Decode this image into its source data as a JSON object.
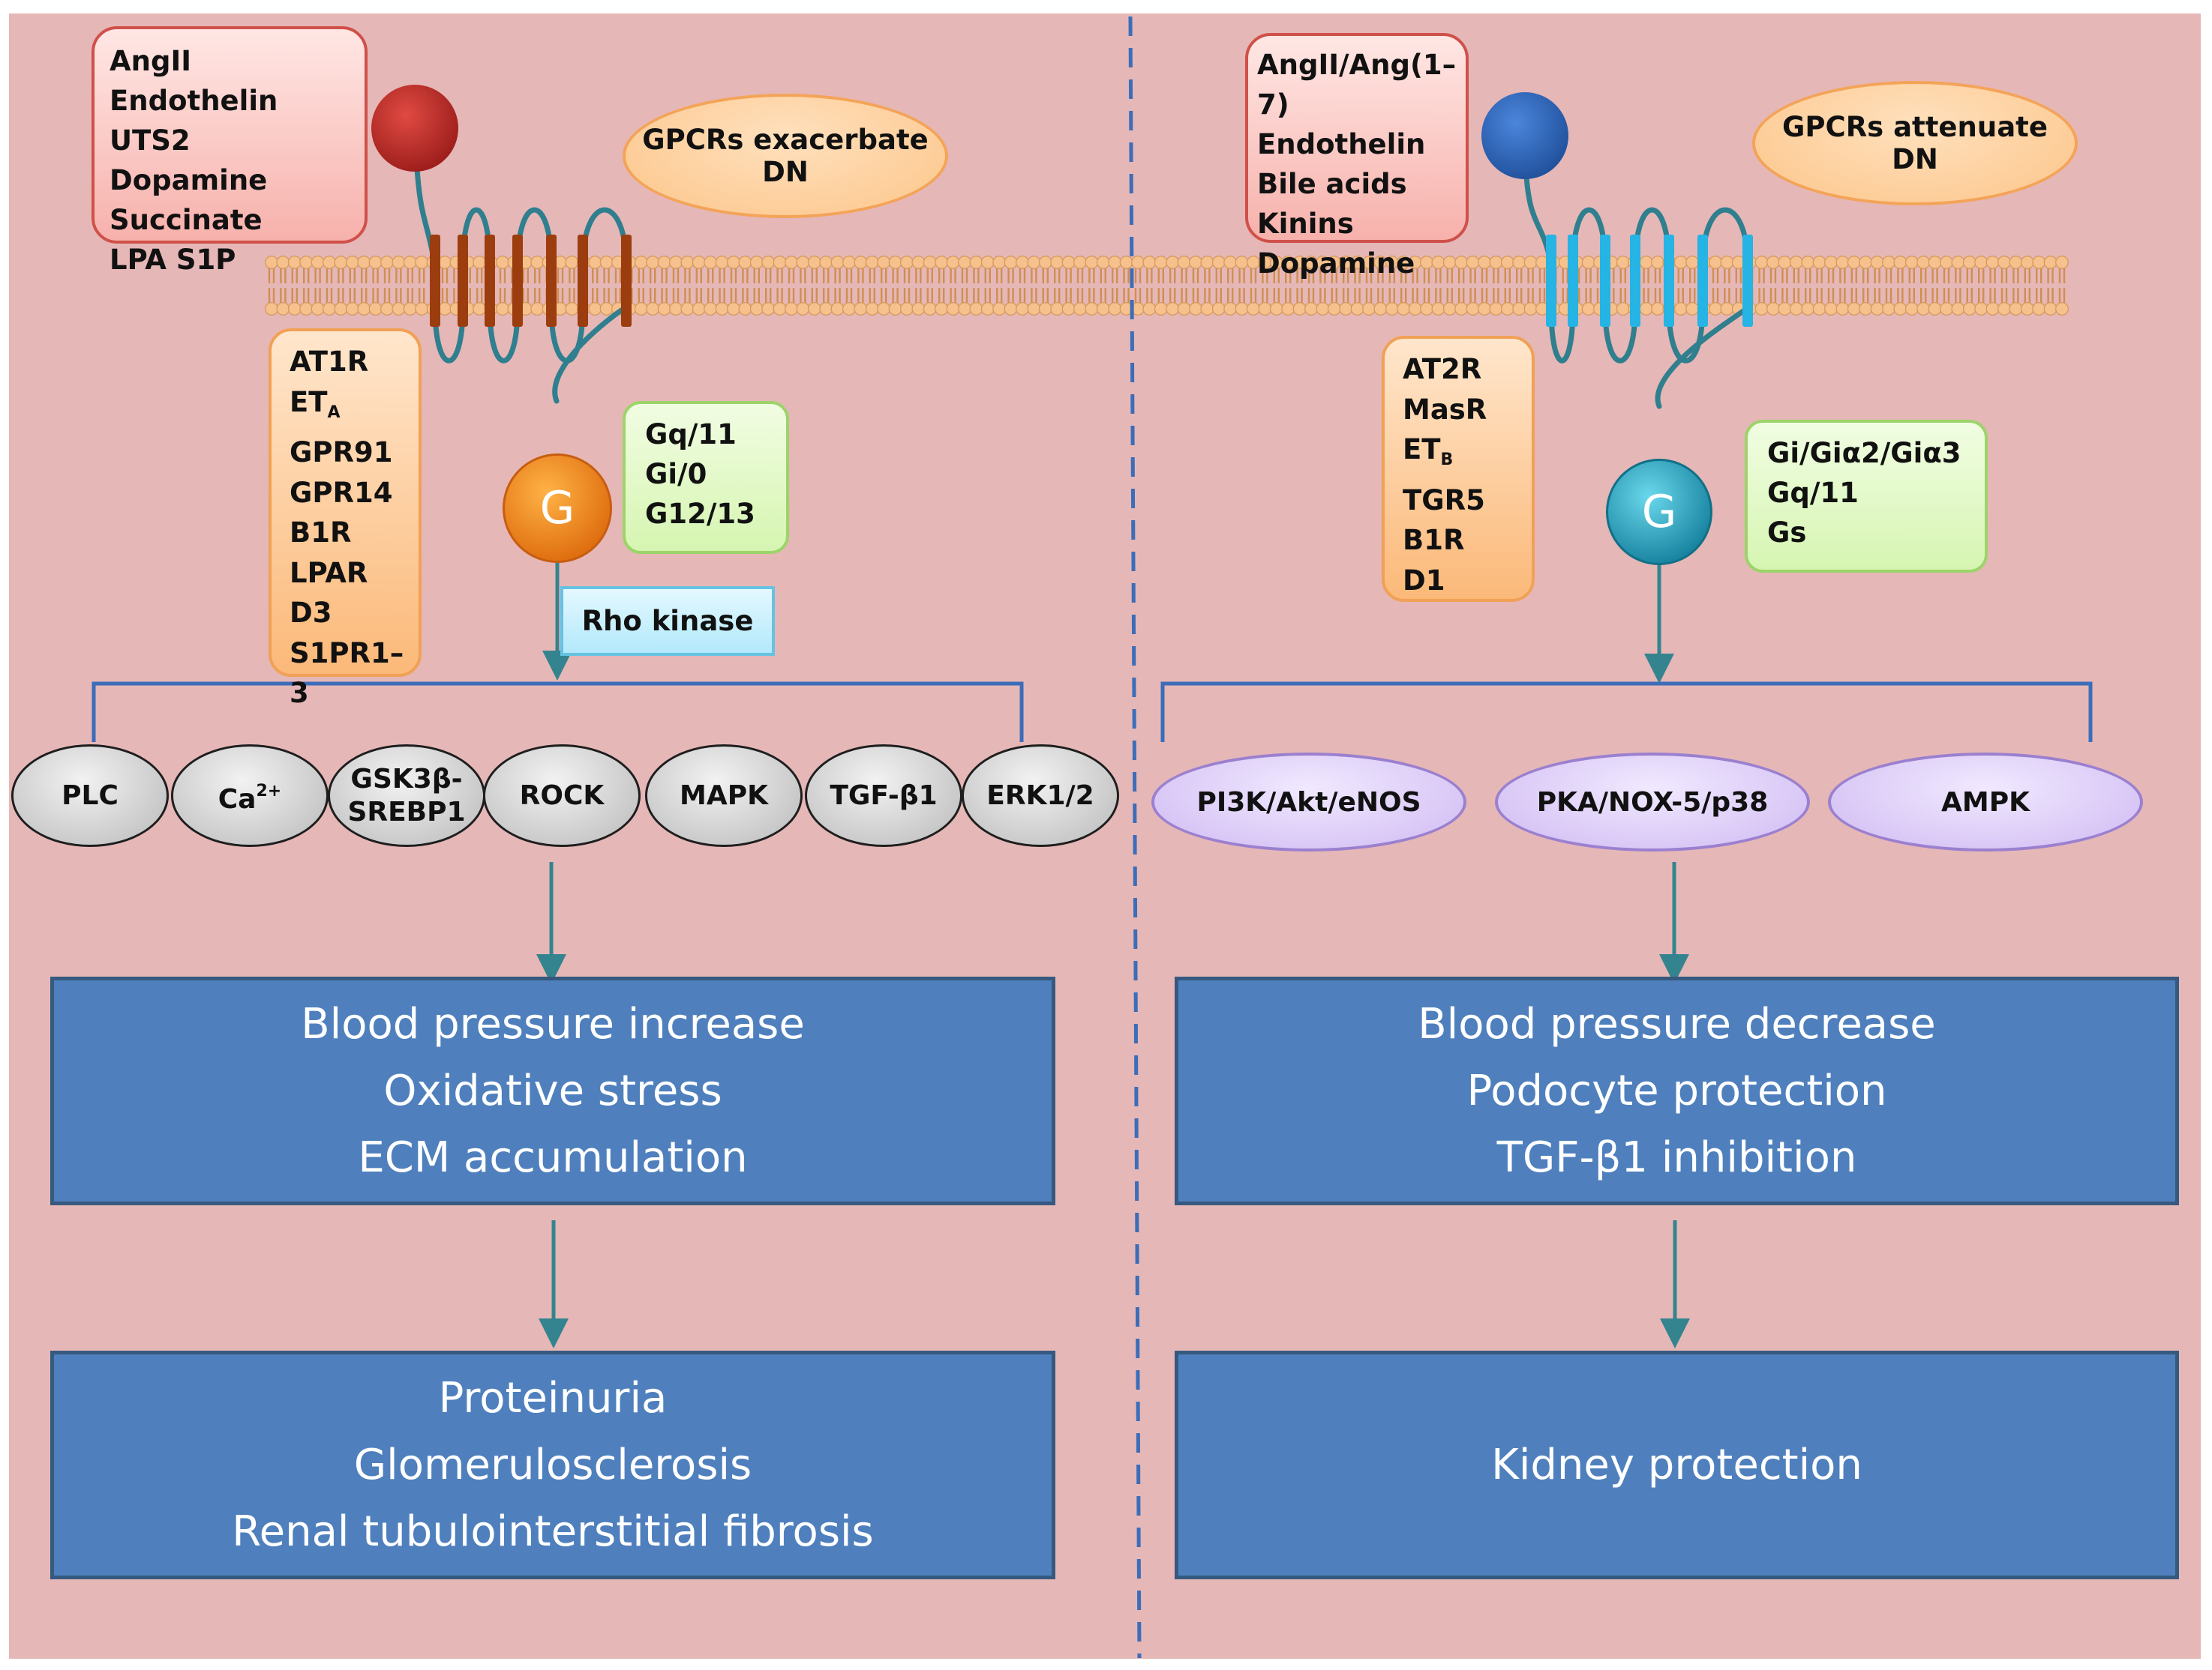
{
  "colors": {
    "background": "#e6b7b7",
    "membrane_head": "#f6c18d",
    "membrane_tail": "#cf8f50",
    "receptor_left_tm": "#9c3d0f",
    "receptor_right_tm": "#25b4e3",
    "receptor_loop": "#2f7f8e",
    "arrow": "#34848f",
    "outcome_box": "#4f80bd",
    "divider": "#3c6db8"
  },
  "left": {
    "ligands": [
      "AngII",
      "Endothelin",
      "UTS2 Dopamine",
      "Succinate",
      "LPA S1P"
    ],
    "effect_label": "GPCRs exacerbate DN",
    "receptors": [
      {
        "main": "AT1R",
        "sub": ""
      },
      {
        "main": "ET",
        "sub": "A"
      },
      {
        "main": "GPR91",
        "sub": ""
      },
      {
        "main": "GPR14",
        "sub": ""
      },
      {
        "main": "B1R",
        "sub": ""
      },
      {
        "main": "LPAR",
        "sub": ""
      },
      {
        "main": "D3",
        "sub": ""
      },
      {
        "main": "S1PR1–3",
        "sub": ""
      }
    ],
    "g_protein_label": "G",
    "g_subtypes": [
      "Gq/11",
      "Gi/0",
      "G12/13"
    ],
    "kinase_label": "Rho kinase",
    "effectors": [
      {
        "main": "PLC",
        "sup": ""
      },
      {
        "main": "Ca",
        "sup": "2+"
      },
      {
        "main": "GSK3β-\nSREBP1",
        "sup": ""
      },
      {
        "main": "ROCK",
        "sup": ""
      },
      {
        "main": "MAPK",
        "sup": ""
      },
      {
        "main": "TGF-β1",
        "sup": ""
      },
      {
        "main": "ERK1/2",
        "sup": ""
      }
    ],
    "outcome_1": [
      "Blood pressure increase",
      "Oxidative stress",
      "ECM accumulation"
    ],
    "outcome_2": [
      "Proteinuria",
      "Glomerulosclerosis",
      "Renal tubulointerstitial fibrosis"
    ]
  },
  "right": {
    "ligands": [
      "AngII/Ang(1–7)",
      "Endothelin",
      "Bile acids",
      "Kinins",
      "Dopamine"
    ],
    "effect_label": "GPCRs attenuate DN",
    "receptors": [
      {
        "main": "AT2R",
        "sub": ""
      },
      {
        "main": "MasR",
        "sub": ""
      },
      {
        "main": "ET",
        "sub": "B"
      },
      {
        "main": "TGR5",
        "sub": ""
      },
      {
        "main": "B1R",
        "sub": ""
      },
      {
        "main": "D1",
        "sub": ""
      }
    ],
    "g_protein_label": "G",
    "g_subtypes": [
      "Gi/Giα2/Giα3",
      "Gq/11",
      "Gs"
    ],
    "effectors": [
      {
        "main": "PI3K/Akt/eNOS",
        "sup": ""
      },
      {
        "main": "PKA/NOX-5/p38",
        "sup": ""
      },
      {
        "main": "AMPK",
        "sup": ""
      }
    ],
    "outcome_1": [
      "Blood pressure decrease",
      "Podocyte protection",
      "TGF-β1 inhibition"
    ],
    "outcome_2": [
      "Kidney protection"
    ]
  }
}
